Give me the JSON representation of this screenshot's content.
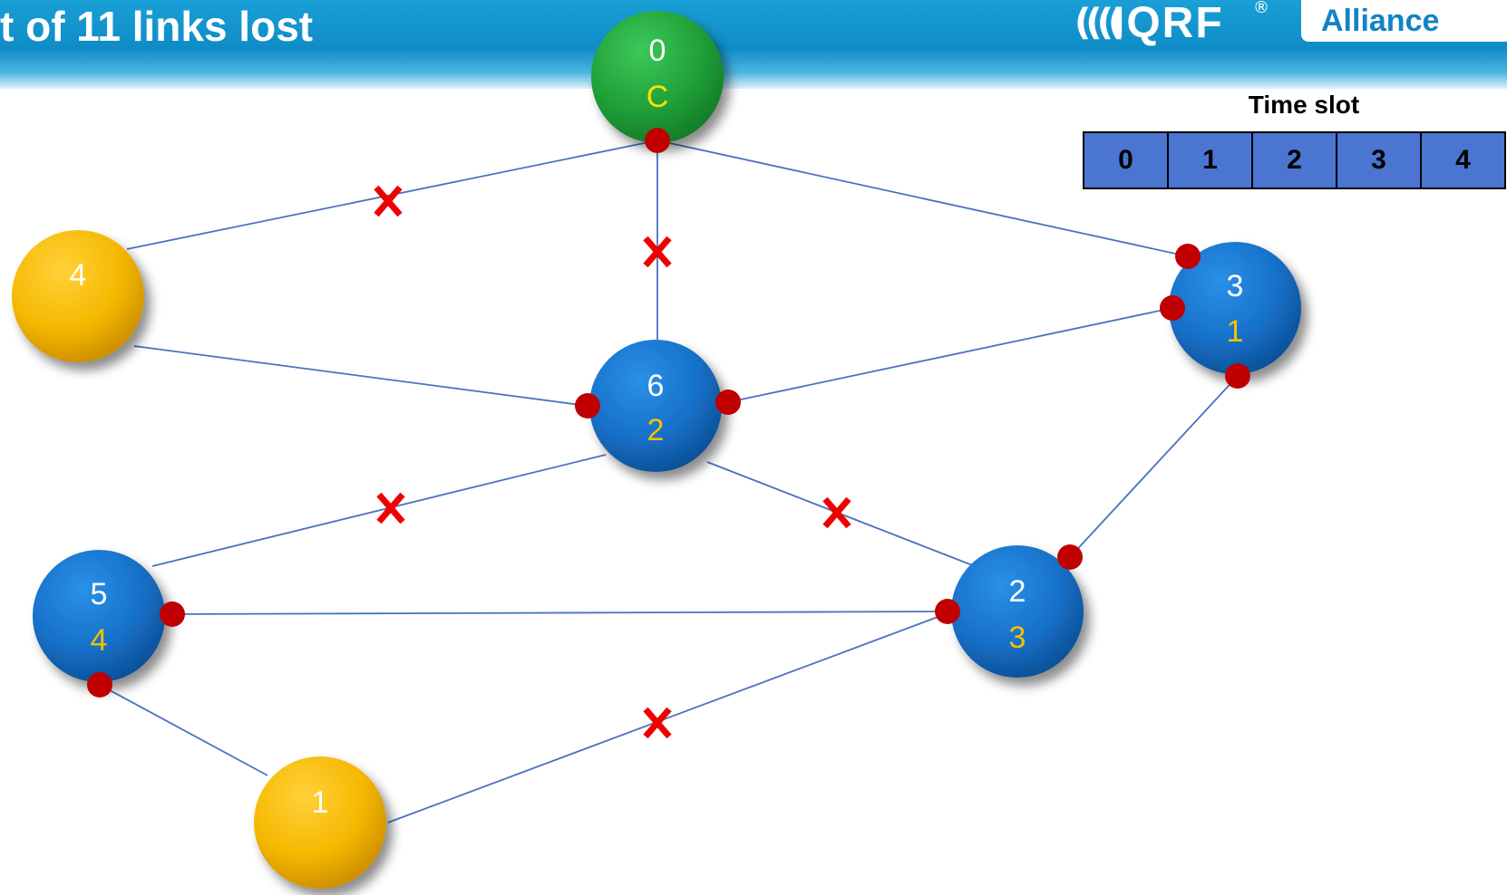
{
  "header": {
    "title": "t of 11 links lost",
    "logo_text": "IQRF",
    "logo_badge": "Alliance"
  },
  "colors": {
    "coordinator": "#20a038",
    "routed_node": "#1670c8",
    "unrouted_node": "#f5b800",
    "node_id_text": "#ffffff",
    "vrn_text": "#f5c000",
    "coordinator_vrn_text": "#ffe000",
    "link_line": "#4a72c0",
    "link_dot": "#c00000",
    "lost_link_mark": "#ee0000",
    "timeslot_cell": "#4a75d0"
  },
  "timeslot": {
    "label": "Time slot",
    "slots": [
      "0",
      "1",
      "2",
      "3",
      "4"
    ]
  },
  "nodes": [
    {
      "id": "0",
      "vrn": "C",
      "type": "coordinator"
    },
    {
      "id": "4",
      "vrn": "",
      "type": "unrouted"
    },
    {
      "id": "3",
      "vrn": "1",
      "type": "routed"
    },
    {
      "id": "6",
      "vrn": "2",
      "type": "routed"
    },
    {
      "id": "5",
      "vrn": "4",
      "type": "routed"
    },
    {
      "id": "2",
      "vrn": "3",
      "type": "routed"
    },
    {
      "id": "1",
      "vrn": "",
      "type": "unrouted"
    }
  ],
  "links": [
    {
      "from": "0",
      "to": "4",
      "lost": true
    },
    {
      "from": "0",
      "to": "6",
      "lost": true
    },
    {
      "from": "0",
      "to": "3",
      "lost": false
    },
    {
      "from": "4",
      "to": "6",
      "lost": false
    },
    {
      "from": "6",
      "to": "3",
      "lost": false
    },
    {
      "from": "3",
      "to": "2",
      "lost": false
    },
    {
      "from": "6",
      "to": "5",
      "lost": true
    },
    {
      "from": "6",
      "to": "2",
      "lost": true
    },
    {
      "from": "5",
      "to": "2",
      "lost": false
    },
    {
      "from": "5",
      "to": "1",
      "lost": false
    },
    {
      "from": "2",
      "to": "1",
      "lost": true
    }
  ]
}
